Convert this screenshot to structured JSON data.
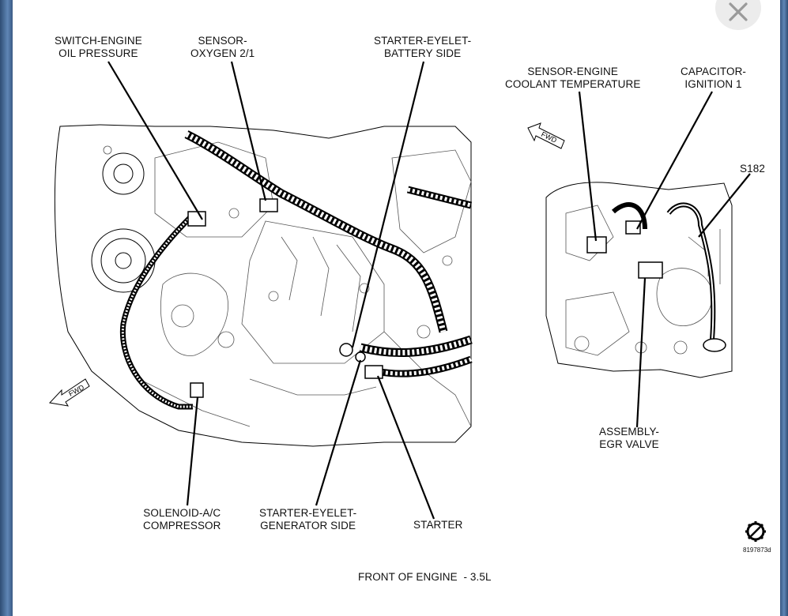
{
  "labels": {
    "switch_engine_oil_pressure": "SWITCH-ENGINE\nOIL PRESSURE",
    "sensor_oxygen": "SENSOR-\nOXYGEN 2/1",
    "starter_eyelet_battery_side": "STARTER-EYELET-\nBATTERY SIDE",
    "sensor_engine_coolant_temperature": "SENSOR-ENGINE\nCOOLANT TEMPERATURE",
    "capacitor_ignition": "CAPACITOR-\nIGNITION 1",
    "s182": "S182",
    "assembly_egr_valve": "ASSEMBLY-\nEGR VALVE",
    "solenoid_ac_compressor": "SOLENOID-A/C\nCOMPRESSOR",
    "starter_eyelet_generator_side": "STARTER-EYELET-\nGENERATOR SIDE",
    "starter": "STARTER",
    "fwd_left": "FWD",
    "fwd_right": "FWD",
    "figure_id": "8197873d",
    "caption": "FRONT OF ENGINE  - 3.5L"
  },
  "icons": {
    "close": "close-icon",
    "gear": "gear-icon",
    "fwd_arrow": "fwd-arrow-icon"
  },
  "colors": {
    "frame": "#4a6e9a",
    "page": "#ffffff",
    "ink": "#111111",
    "close_bg": "#ececec"
  }
}
